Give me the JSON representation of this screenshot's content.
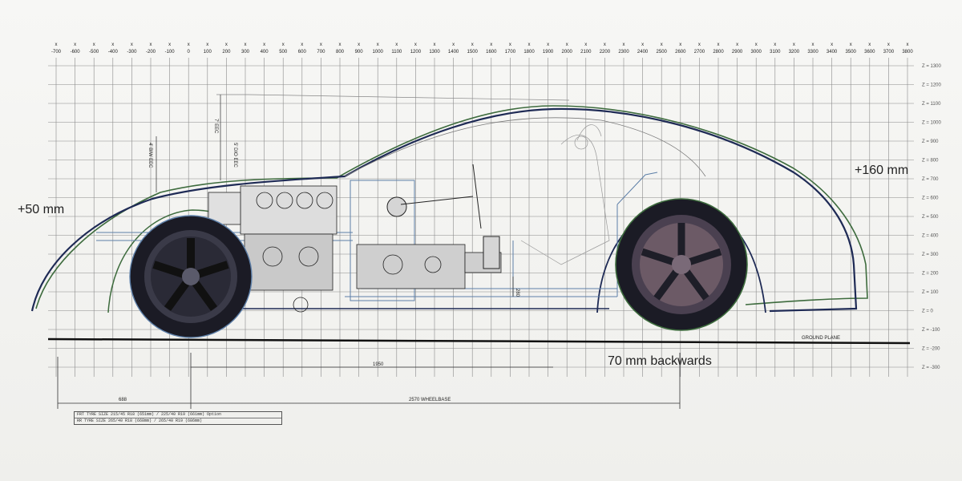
{
  "x_axis": {
    "tick_labels": [
      "-700",
      "-600",
      "-500",
      "-400",
      "-300",
      "-200",
      "-100",
      "0",
      "100",
      "200",
      "300",
      "400",
      "500",
      "600",
      "700",
      "800",
      "900",
      "1000",
      "1100",
      "1200",
      "1300",
      "1400",
      "1500",
      "1600",
      "1700",
      "1800",
      "1900",
      "2000",
      "2100",
      "2200",
      "2300",
      "2400",
      "2500",
      "2600",
      "2700",
      "2800",
      "2900",
      "3000",
      "3100",
      "3200",
      "3300",
      "3400",
      "3500",
      "3600",
      "3700",
      "3800"
    ],
    "marker": "x"
  },
  "z_axis": {
    "tick_labels": [
      "Z = 1300",
      "Z = 1200",
      "Z = 1100",
      "Z = 1000",
      "Z = 900",
      "Z = 800",
      "Z = 700",
      "Z = 600",
      "Z = 500",
      "Z = 400",
      "Z = 300",
      "Z = 200",
      "Z = 100",
      "Z = 0",
      "Z = -100",
      "Z = -200",
      "Z = -300"
    ]
  },
  "annotations": {
    "front_height": "+50 mm",
    "rear_height": "+160 mm",
    "backwards": "70 mm backwards",
    "ground_plane": "GROUND PLANE",
    "dim_1950": "1950",
    "dim_688": "688",
    "wheelbase": "2570 WHEELBASE",
    "dim_280": "280",
    "label_7eec": "7' EEC",
    "label_4biw": "4' BIW EEC",
    "label_5dio": "5' DIO EEC"
  },
  "spec_table": {
    "row1": "FRT TYRE SIZE       215/45 R18 (651mm) / 225/40 R19 (661mm) Option",
    "row2": "RR TYRE SIZE        265/40 R18 (668mm) / 265/40 R19 (686mm)"
  },
  "colors": {
    "grid": "#8a8a8a",
    "body_outline": "#1e2a55",
    "green_outline": "#3d6b3d",
    "blue_frame": "#5d7fa8",
    "tyre": "#1b1b25"
  }
}
